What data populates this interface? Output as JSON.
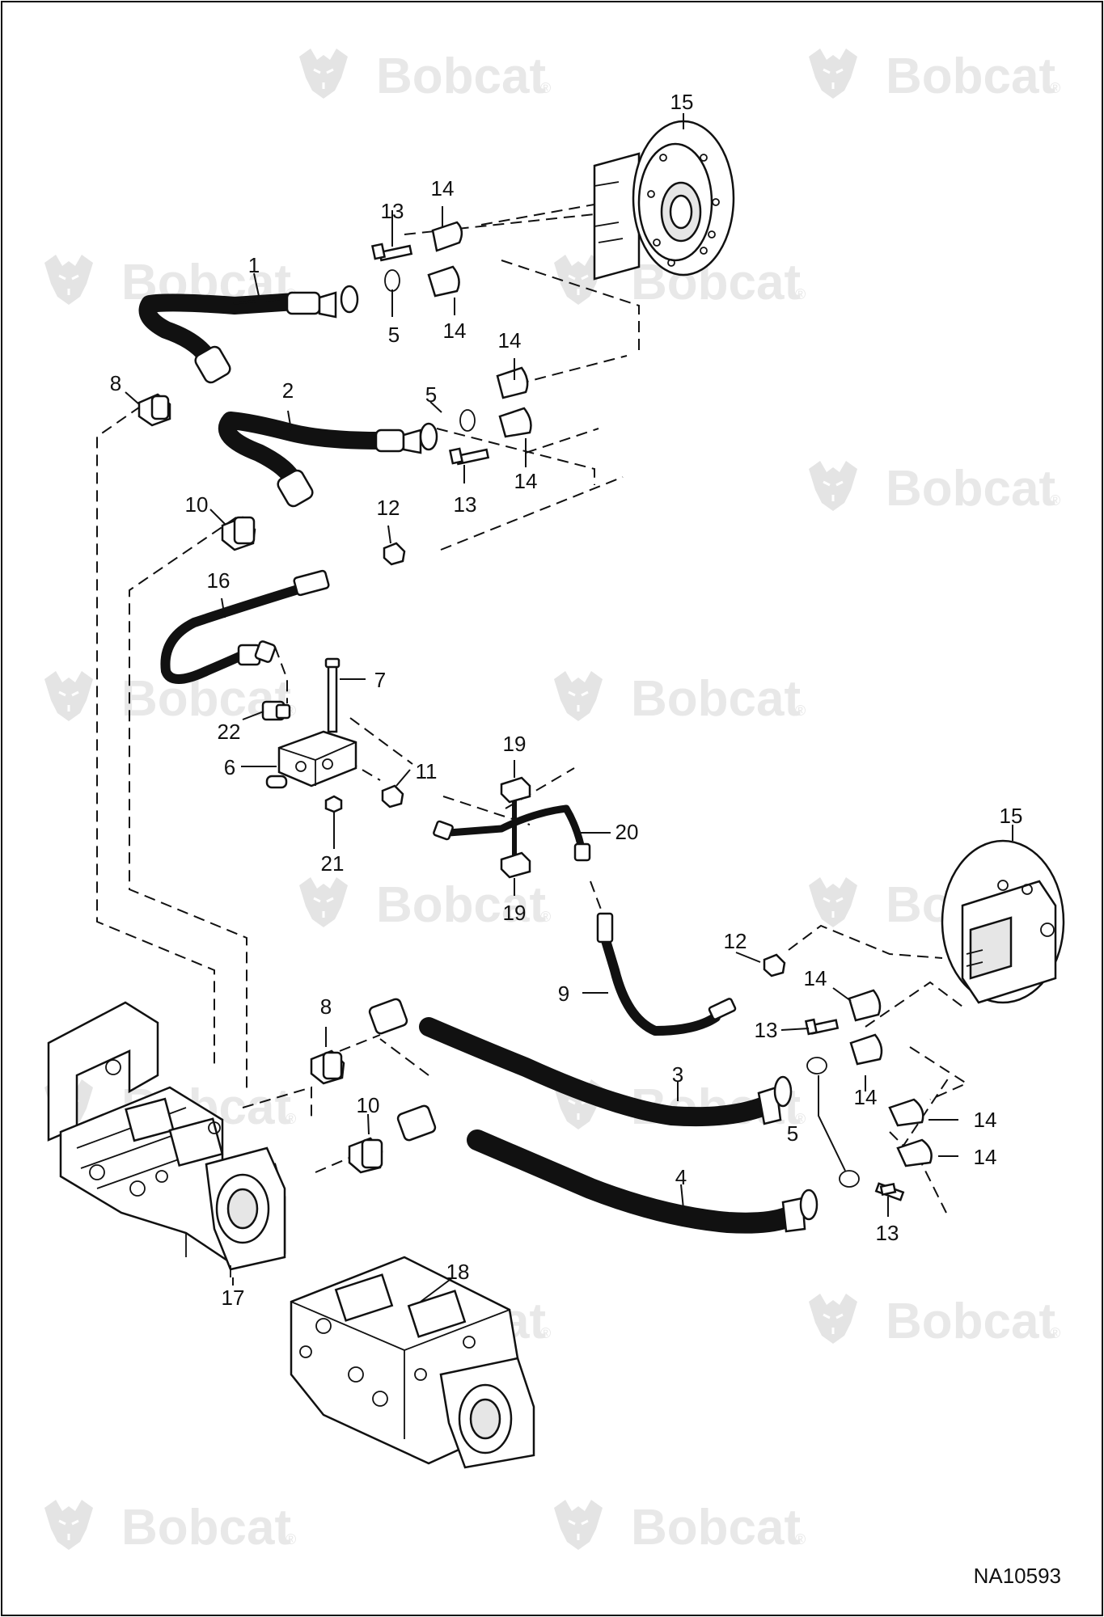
{
  "figure_id": "NA10593",
  "watermark": {
    "text": "Bobcat",
    "registered": "®",
    "icon": "bobcat-head-logo"
  },
  "callouts": [
    {
      "id": "c1",
      "label": "1"
    },
    {
      "id": "c2",
      "label": "2"
    },
    {
      "id": "c3",
      "label": "3"
    },
    {
      "id": "c4",
      "label": "4"
    },
    {
      "id": "c5a",
      "label": "5"
    },
    {
      "id": "c5b",
      "label": "5"
    },
    {
      "id": "c5c",
      "label": "5"
    },
    {
      "id": "c6",
      "label": "6"
    },
    {
      "id": "c7",
      "label": "7"
    },
    {
      "id": "c8a",
      "label": "8"
    },
    {
      "id": "c8b",
      "label": "8"
    },
    {
      "id": "c9",
      "label": "9"
    },
    {
      "id": "c10a",
      "label": "10"
    },
    {
      "id": "c10b",
      "label": "10"
    },
    {
      "id": "c11",
      "label": "11"
    },
    {
      "id": "c12a",
      "label": "12"
    },
    {
      "id": "c12b",
      "label": "12"
    },
    {
      "id": "c13a",
      "label": "13"
    },
    {
      "id": "c13b",
      "label": "13"
    },
    {
      "id": "c13c",
      "label": "13"
    },
    {
      "id": "c13d",
      "label": "13"
    },
    {
      "id": "c14a",
      "label": "14"
    },
    {
      "id": "c14b",
      "label": "14"
    },
    {
      "id": "c14c",
      "label": "14"
    },
    {
      "id": "c14d",
      "label": "14"
    },
    {
      "id": "c14e",
      "label": "14"
    },
    {
      "id": "c14f",
      "label": "14"
    },
    {
      "id": "c14g",
      "label": "14"
    },
    {
      "id": "c14h",
      "label": "14"
    },
    {
      "id": "c15a",
      "label": "15"
    },
    {
      "id": "c15b",
      "label": "15"
    },
    {
      "id": "c16",
      "label": "16"
    },
    {
      "id": "c17",
      "label": "17"
    },
    {
      "id": "c18",
      "label": "18"
    },
    {
      "id": "c19a",
      "label": "19"
    },
    {
      "id": "c19b",
      "label": "19"
    },
    {
      "id": "c20",
      "label": "20"
    },
    {
      "id": "c21",
      "label": "21"
    },
    {
      "id": "c22",
      "label": "22"
    }
  ]
}
